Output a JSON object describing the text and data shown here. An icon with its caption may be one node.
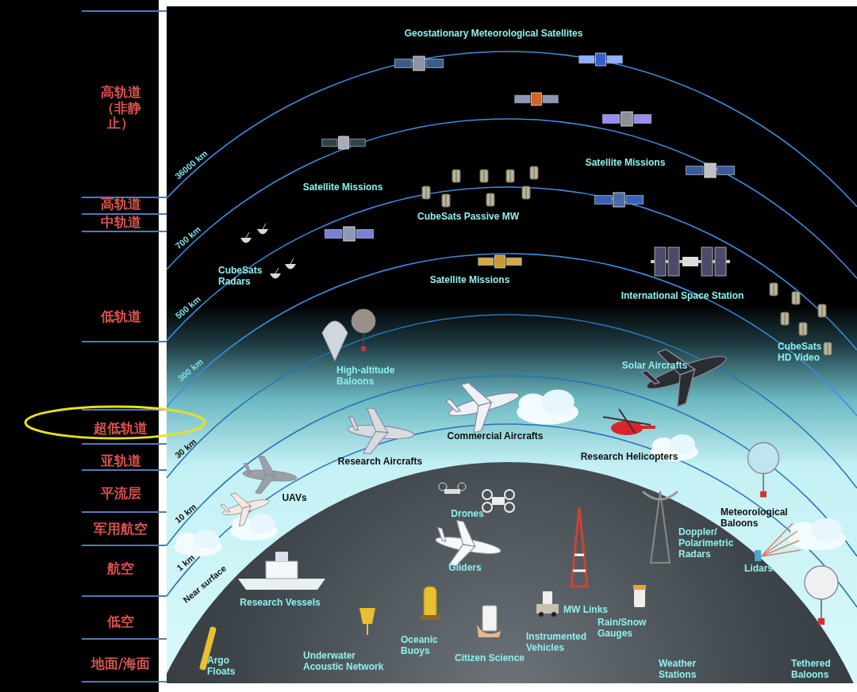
{
  "diagram": {
    "nodes": [
      {
        "text": [
          "超低轨道"
        ]
      }
    ],
    "labels": [
      "高轨道（非静止）",
      "高轨道",
      "中轨道",
      "低轨道",
      "亚轨道",
      "平流层",
      "军用航空",
      "航空",
      "低空",
      "地面/海面",
      "36000 km",
      "700 km",
      "500 km",
      "300 km",
      "30 km",
      "10 km",
      "1 km",
      "Near surface",
      "Geostationary Meteorological Satellites",
      "Satellite Missions",
      "Satellite Missions",
      "CubeSats Passive MW",
      "CubeSats Radars",
      "Satellite Missions",
      "International Space Station",
      "CubeSats HD Video",
      "High-altitude Baloons",
      "Solar Aircrafts",
      "Commercial Aircrafts",
      "Research Helicopters",
      "Research Aircrafts",
      "UAVs",
      "Meteorological Baloons",
      "Drones",
      "Doppler/ Polarimetric Radars",
      "Gliders",
      "Lidars",
      "Research Vessels",
      "MW Links",
      "Rain/Snow Gauges",
      "Oceanic Buoys",
      "Instrumented Vehicles",
      "Citizen Science",
      "Weather Stations",
      "Argo Floats",
      "Underwater Acoustic Network",
      "Tethered Baloons"
    ]
  }
}
